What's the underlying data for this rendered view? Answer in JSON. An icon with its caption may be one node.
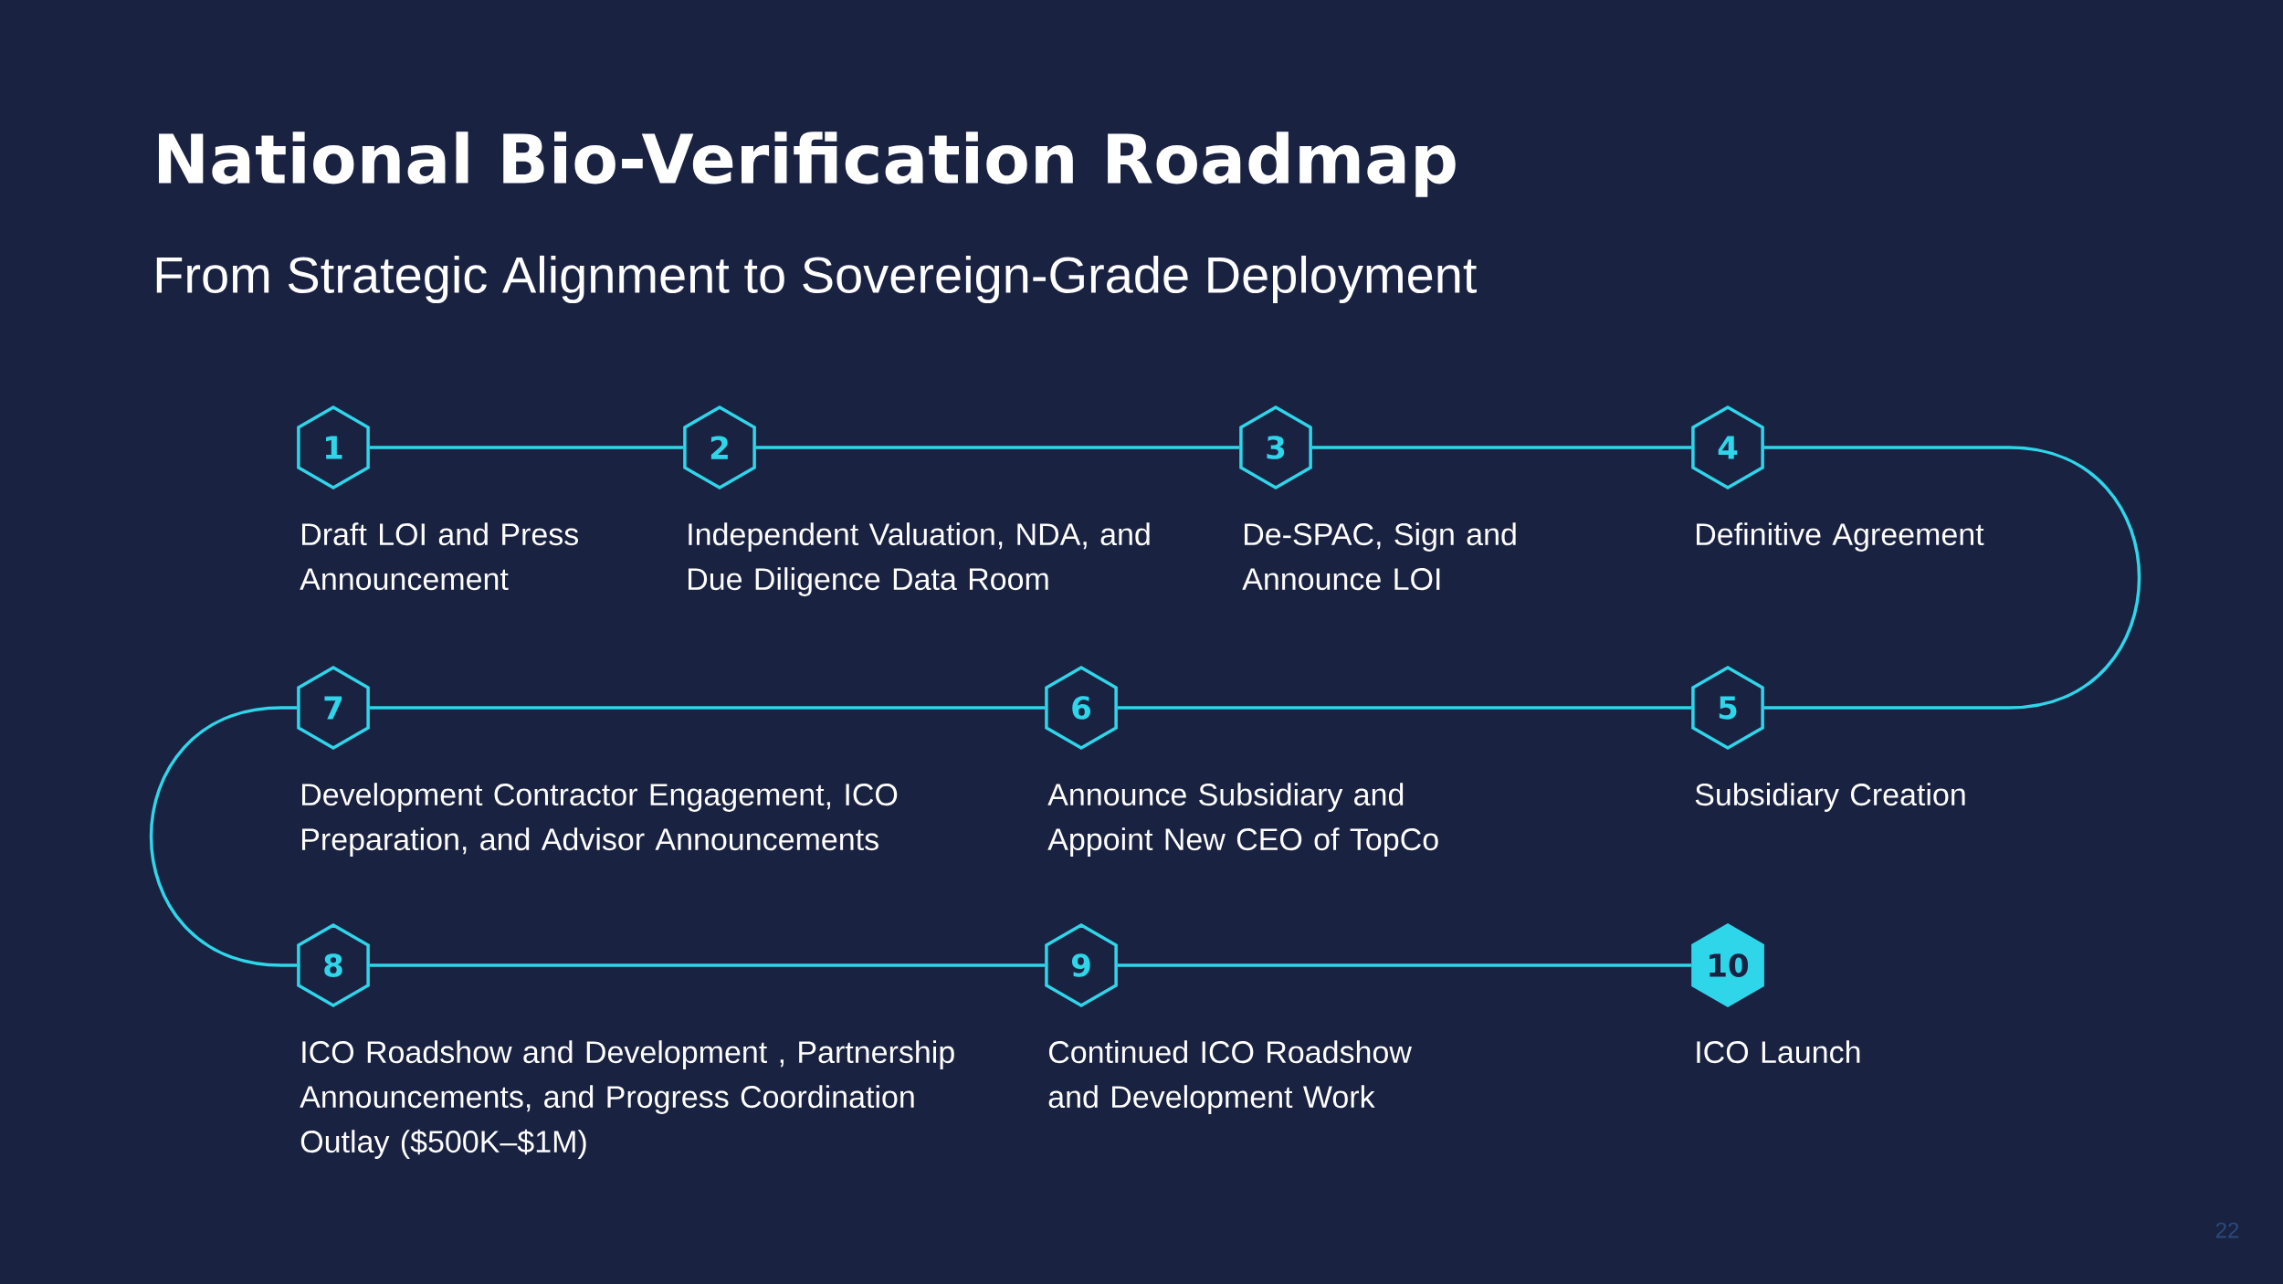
{
  "diagram": {
    "title": "National Bio-Verification Roadmap",
    "caption": "From Strategic Alignment to Sovereign-Grade Deployment",
    "nodes": [
      {
        "text": [
          "1"
        ],
        "beside": [
          "Draft LOI and Press Announcement"
        ]
      },
      {
        "text": [
          "2"
        ],
        "beside": [
          "Independent Valuation, NDA, and Due Diligence Data Room"
        ]
      },
      {
        "text": [
          "3"
        ],
        "beside": [
          "De-SPAC, Sign and Announce LOI"
        ]
      },
      {
        "text": [
          "4"
        ],
        "beside": [
          "Definitive Agreement"
        ]
      },
      {
        "text": [
          "5"
        ],
        "beside": [
          "Subsidiary Creation"
        ]
      },
      {
        "text": [
          "6"
        ],
        "beside": [
          "Announce Subsidiary and Appoint New CEO of TopCo"
        ]
      },
      {
        "text": [
          "7"
        ],
        "beside": [
          "Development Contractor Engagement, ICO Preparation, and Advisor Announcements"
        ]
      },
      {
        "text": [
          "8"
        ],
        "beside": [
          "ICO Roadshow and Development , Partnership Announcements, and Progress Coordination Outlay ($500K–$1M)"
        ]
      },
      {
        "text": [
          "9"
        ],
        "beside": [
          "Continued ICO Roadshow and Development Work"
        ]
      },
      {
        "text": [
          "10"
        ],
        "beside": [
          "ICO Launch"
        ]
      }
    ],
    "edges": [
      {
        "from": 0,
        "to": 1,
        "arrow": "none"
      },
      {
        "from": 1,
        "to": 2,
        "arrow": "none"
      },
      {
        "from": 2,
        "to": 3,
        "arrow": "none"
      },
      {
        "from": 3,
        "to": 4,
        "arrow": "none"
      },
      {
        "from": 4,
        "to": 5,
        "arrow": "none"
      },
      {
        "from": 5,
        "to": 6,
        "arrow": "none"
      },
      {
        "from": 6,
        "to": 7,
        "arrow": "none"
      },
      {
        "from": 7,
        "to": 8,
        "arrow": "none"
      },
      {
        "from": 8,
        "to": 9,
        "arrow": "none"
      }
    ],
    "labels": [
      "22"
    ]
  }
}
